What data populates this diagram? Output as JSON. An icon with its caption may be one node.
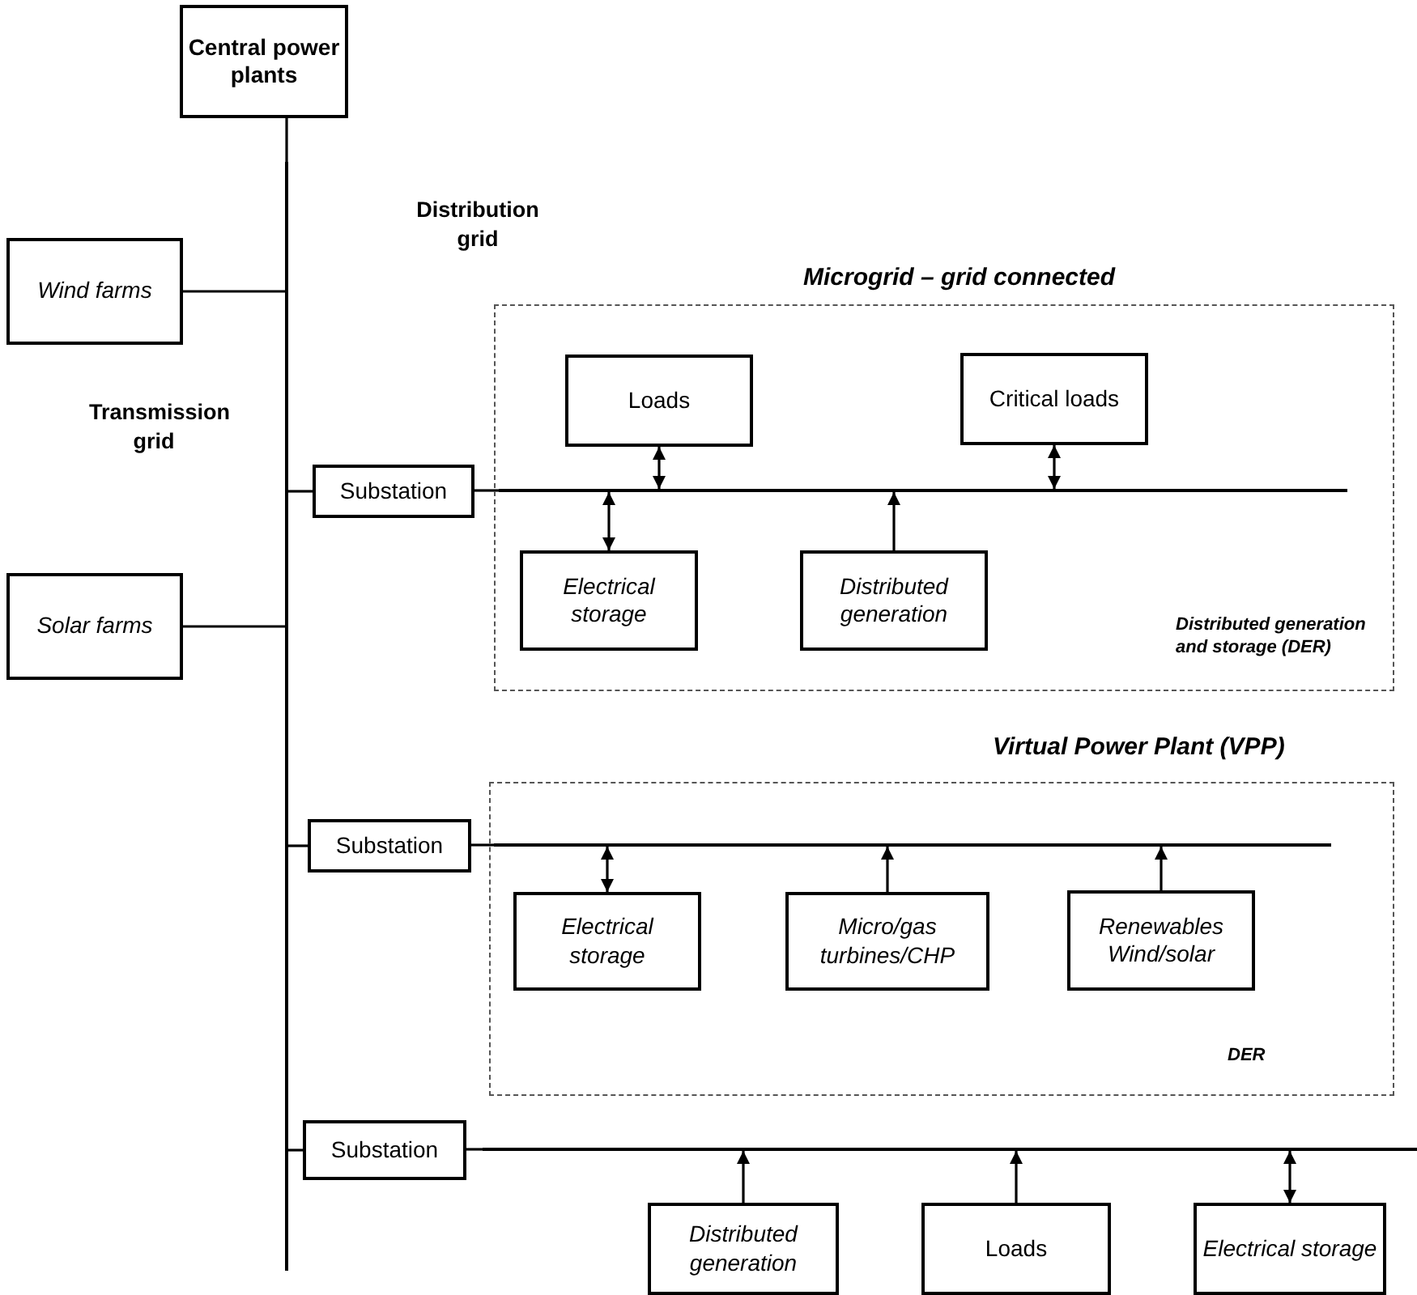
{
  "diagram": {
    "nodes": [
      {
        "text": [
          "Central power plants"
        ]
      },
      {
        "text": [
          "Wind farms"
        ]
      },
      {
        "text": [
          "Solar farms"
        ]
      },
      {
        "text": [],
        "shape": "bar"
      },
      {
        "text": [
          "Substation"
        ]
      },
      {
        "text": [
          "Microgrid – grid connected",
          "Distributed generation and storage (DER)"
        ]
      },
      {
        "text": [],
        "shape": "bar",
        "in": 5
      },
      {
        "text": [
          "Loads"
        ],
        "in": 5
      },
      {
        "text": [
          "Critical loads"
        ],
        "in": 5
      },
      {
        "text": [
          "Electrical storage"
        ],
        "in": 5
      },
      {
        "text": [
          "Distributed generation"
        ],
        "in": 5
      },
      {
        "text": [
          "Virtual Power Plant (VPP)",
          "DER"
        ]
      },
      {
        "text": [],
        "shape": "bar",
        "in": 11
      },
      {
        "text": [
          "Substation"
        ]
      },
      {
        "text": [
          "Electrical storage"
        ],
        "in": 11
      },
      {
        "text": [
          "Micro/gas turbines/CHP"
        ],
        "in": 11
      },
      {
        "text": [
          "Renewables Wind/solar"
        ],
        "in": 11
      },
      {
        "text": [
          "Substation"
        ]
      },
      {
        "text": [],
        "shape": "bar"
      },
      {
        "text": [
          "Distributed generation"
        ]
      },
      {
        "text": [
          "Loads"
        ]
      },
      {
        "text": [
          "Electrical storage"
        ]
      }
    ],
    "edges": [
      {
        "from": 0,
        "to": 3,
        "arrow": "none"
      },
      {
        "from": 1,
        "to": 3,
        "arrow": "none"
      },
      {
        "from": 2,
        "to": 3,
        "arrow": "none"
      },
      {
        "from": 3,
        "to": 4,
        "arrow": "none"
      },
      {
        "from": 4,
        "to": 6,
        "arrow": "none"
      },
      {
        "from": 7,
        "to": 6,
        "arrow": "both"
      },
      {
        "from": 8,
        "to": 6,
        "arrow": "both"
      },
      {
        "from": 9,
        "to": 6,
        "arrow": "both"
      },
      {
        "from": 10,
        "to": 6,
        "arrow": "to"
      },
      {
        "from": 3,
        "to": 13,
        "arrow": "none"
      },
      {
        "from": 13,
        "to": 12,
        "arrow": "none"
      },
      {
        "from": 14,
        "to": 12,
        "arrow": "both"
      },
      {
        "from": 15,
        "to": 12,
        "arrow": "to"
      },
      {
        "from": 16,
        "to": 12,
        "arrow": "to"
      },
      {
        "from": 3,
        "to": 17,
        "arrow": "none"
      },
      {
        "from": 17,
        "to": 18,
        "arrow": "none"
      },
      {
        "from": 19,
        "to": 18,
        "arrow": "to"
      },
      {
        "from": 20,
        "to": 18,
        "arrow": "to"
      },
      {
        "from": 21,
        "to": 18,
        "arrow": "both"
      }
    ],
    "labels": [
      "Distribution grid",
      "Transmission grid"
    ]
  }
}
